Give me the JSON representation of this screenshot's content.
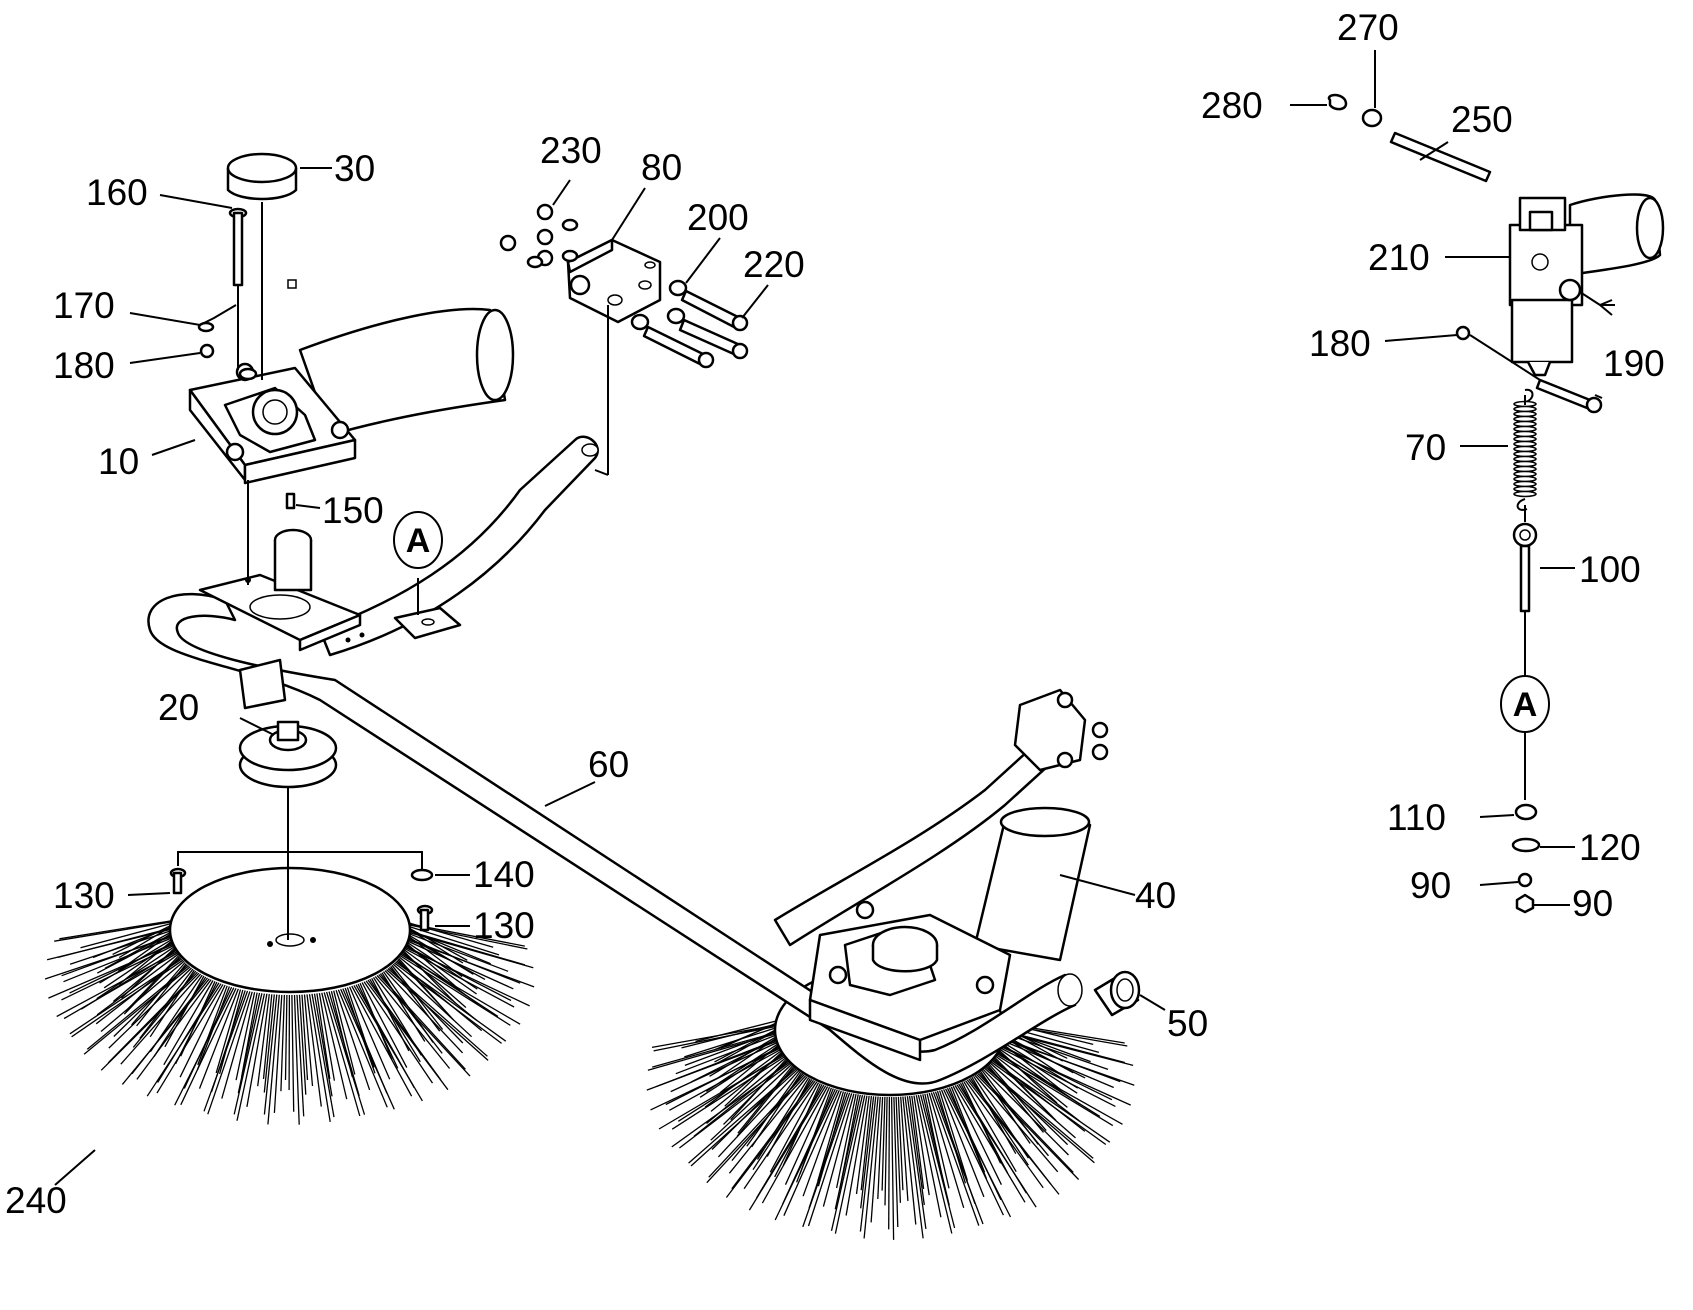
{
  "callouts": {
    "c10": "10",
    "c20": "20",
    "c30": "30",
    "c40": "40",
    "c50": "50",
    "c60": "60",
    "c70": "70",
    "c80": "80",
    "c90a": "90",
    "c90b": "90",
    "c100": "100",
    "c110": "110",
    "c120": "120",
    "c130a": "130",
    "c130b": "130",
    "c140": "140",
    "c150": "150",
    "c160": "160",
    "c170": "170",
    "c180a": "180",
    "c180b": "180",
    "c190": "190",
    "c200": "200",
    "c210": "210",
    "c220": "220",
    "c230": "230",
    "c240": "240",
    "c250": "250",
    "c270": "270",
    "c280": "280"
  },
  "badges": {
    "a1": "A",
    "a2": "A"
  },
  "colors": {
    "ink": "#000000",
    "paper": "#ffffff"
  }
}
